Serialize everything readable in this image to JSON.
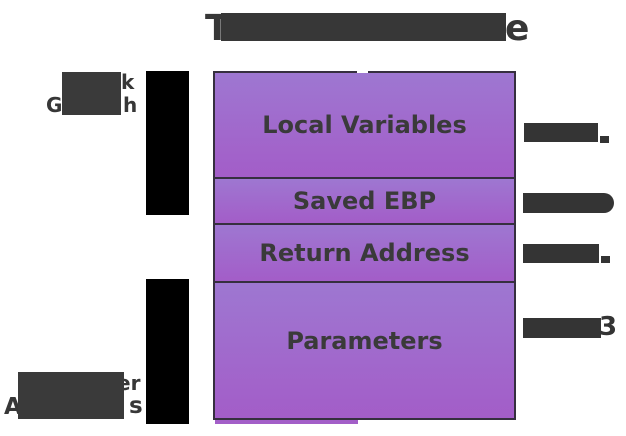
{
  "title": {
    "visible_start": "T",
    "visible_end": "e",
    "redacted": true
  },
  "growth_label": {
    "line1_visible_end": "k",
    "line2_visible_start": "G",
    "line2_visible_end": "h",
    "redacted": true
  },
  "addresses_label": {
    "line1_visible_end": "er",
    "line2_visible_start": "A",
    "line2_visible_end": "s",
    "redacted": true
  },
  "stack": {
    "frames": [
      {
        "label": "Local Variables"
      },
      {
        "label": "Saved EBP"
      },
      {
        "label": "Return Address"
      },
      {
        "label": "Parameters"
      }
    ]
  },
  "side_labels": {
    "label4_visible_fragment": "3",
    "redacted": true
  },
  "colors": {
    "frame_gradient_top": "#9e77d1",
    "frame_gradient_bottom": "#a35dc8",
    "frame_border": "#362f3f",
    "ink": "#3a3a3a",
    "redaction_dark_gray": "#373737",
    "arrow_bar_black": "#000000",
    "bottom_strip_purple": "#a35fc8",
    "background": "#ffffff"
  }
}
